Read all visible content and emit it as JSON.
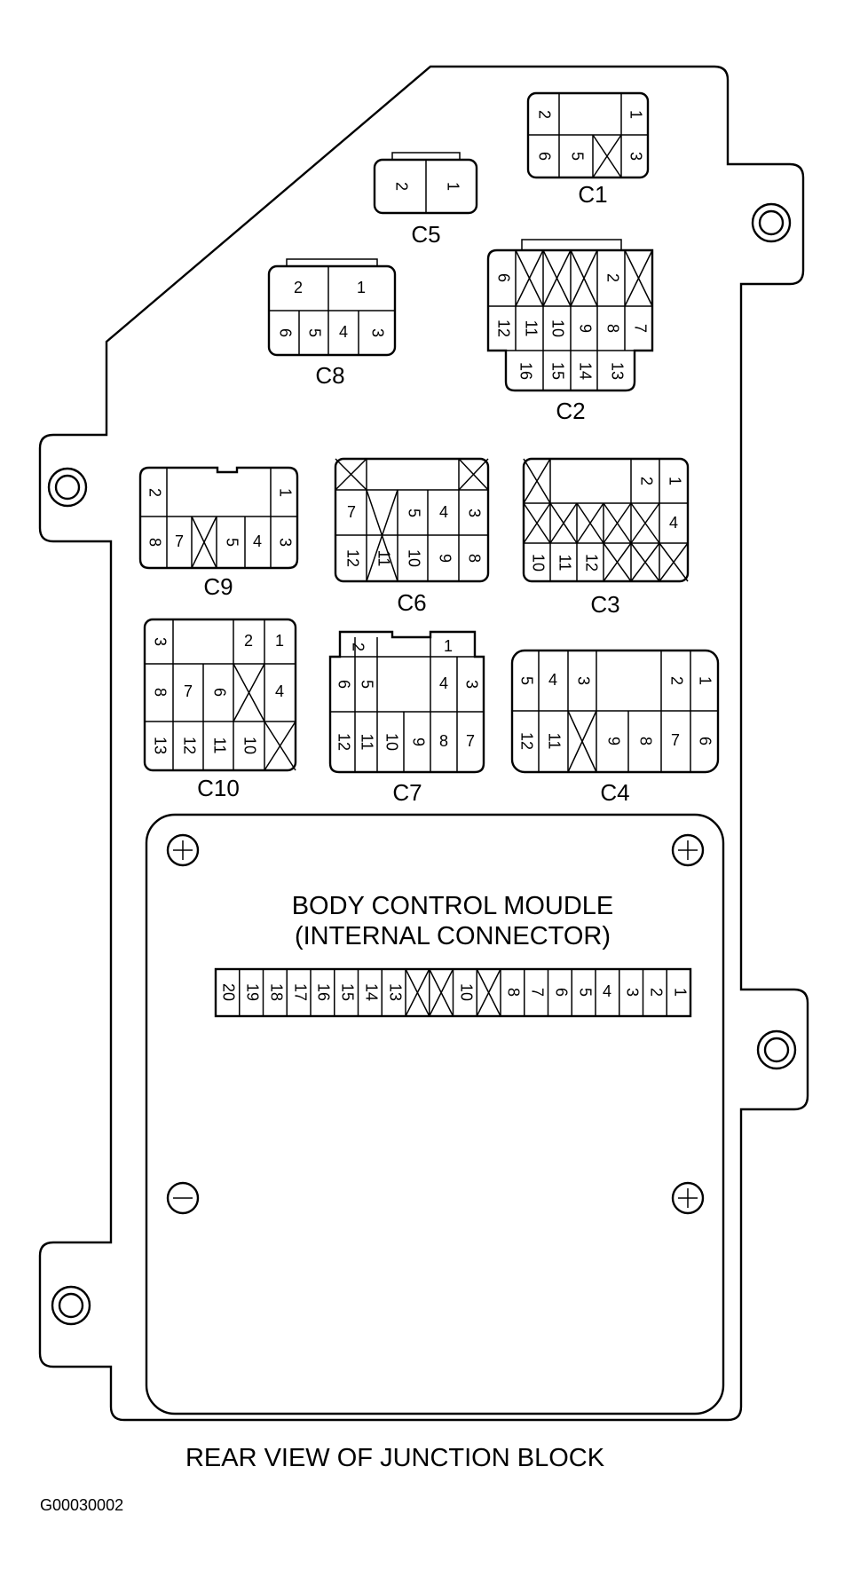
{
  "connectors": {
    "c1": {
      "label": "C1",
      "pins": {
        "p2": "2",
        "p6": "6",
        "p5": "5",
        "p1": "1",
        "p3": "3"
      }
    },
    "c5": {
      "label": "C5",
      "pins": {
        "p2": "2",
        "p1": "1"
      }
    },
    "c8": {
      "label": "C8",
      "pins": {
        "p2": "2",
        "p1": "1",
        "p6": "6",
        "p5": "5",
        "p4": "4",
        "p3": "3"
      }
    },
    "c2": {
      "label": "C2",
      "pins": {
        "p6": "6",
        "p2": "2",
        "p12": "12",
        "p11": "11",
        "p10": "10",
        "p9": "9",
        "p8": "8",
        "p7": "7",
        "p16": "16",
        "p15": "15",
        "p14": "14",
        "p13": "13"
      }
    },
    "c9": {
      "label": "C9",
      "pins": {
        "p2": "2",
        "p1": "1",
        "p8": "8",
        "p7": "7",
        "p5": "5",
        "p4": "4",
        "p3": "3"
      }
    },
    "c6": {
      "label": "C6",
      "pins": {
        "p7": "7",
        "p5": "5",
        "p4": "4",
        "p3": "3",
        "p12": "12",
        "p11": "11",
        "p10": "10",
        "p9": "9",
        "p8": "8"
      }
    },
    "c3": {
      "label": "C3",
      "pins": {
        "p2": "2",
        "p1": "1",
        "p4": "4",
        "p10": "10",
        "p11": "11",
        "p12": "12"
      }
    },
    "c10": {
      "label": "C10",
      "pins": {
        "p3": "3",
        "p2": "2",
        "p1": "1",
        "p8": "8",
        "p7": "7",
        "p6": "6",
        "p4": "4",
        "p13": "13",
        "p12": "12",
        "p11": "11",
        "p10": "10"
      }
    },
    "c7": {
      "label": "C7",
      "pins": {
        "p2": "2",
        "p1": "1",
        "p6": "6",
        "p5": "5",
        "p4": "4",
        "p3": "3",
        "p12": "12",
        "p11": "11",
        "p10": "10",
        "p9": "9",
        "p8": "8",
        "p7": "7"
      }
    },
    "c4": {
      "label": "C4",
      "pins": {
        "p5": "5",
        "p4": "4",
        "p3": "3",
        "p2": "2",
        "p1": "1",
        "p12": "12",
        "p11": "11",
        "p9": "9",
        "p8": "8",
        "p7": "7",
        "p6": "6"
      }
    }
  },
  "bcm": {
    "title_line1": "BODY CONTROL MOUDLE",
    "title_line2": "(INTERNAL CONNECTOR)",
    "pins": {
      "p20": "20",
      "p19": "19",
      "p18": "18",
      "p17": "17",
      "p16": "16",
      "p15": "15",
      "p14": "14",
      "p13": "13",
      "p10": "10",
      "p8": "8",
      "p7": "7",
      "p6": "6",
      "p5": "5",
      "p4": "4",
      "p3": "3",
      "p2": "2",
      "p1": "1"
    }
  },
  "caption": "REAR VIEW OF JUNCTION BLOCK",
  "figure_id": "G00030002"
}
